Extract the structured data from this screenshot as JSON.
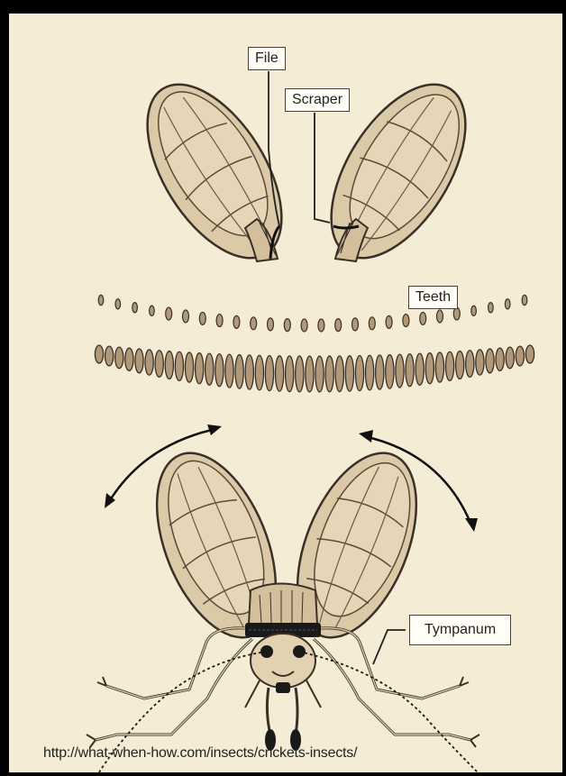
{
  "labels": {
    "file": "File",
    "scraper": "Scraper",
    "teeth": "Teeth",
    "tympanum": "Tympanum"
  },
  "source_url": "http://what-when-how.com/insects/crickets-insects/",
  "colors": {
    "background": "#f5ecd6",
    "wing_fill": "#dcc9a8",
    "wing_inner": "#e6d6b8",
    "outline": "#3a3028",
    "teeth": "#b09878"
  }
}
